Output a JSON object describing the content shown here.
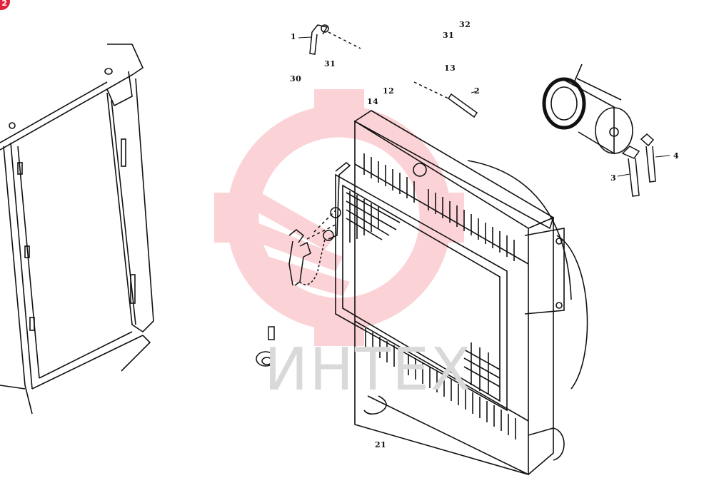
{
  "badge": {
    "label": "2",
    "color": "#e0233a"
  },
  "watermark": {
    "text": "ИНТЕХ",
    "color": "#ee2a3c"
  },
  "callouts": [
    {
      "id": "1",
      "label": "1"
    },
    {
      "id": "2",
      "label": "2"
    },
    {
      "id": "3",
      "label": "3"
    },
    {
      "id": "4",
      "label": "4"
    },
    {
      "id": "12",
      "label": "12"
    },
    {
      "id": "13",
      "label": "13"
    },
    {
      "id": "14",
      "label": "14"
    },
    {
      "id": "21",
      "label": "21"
    },
    {
      "id": "30",
      "label": "30"
    },
    {
      "id": "31a",
      "label": "31"
    },
    {
      "id": "31b",
      "label": "31"
    },
    {
      "id": "32",
      "label": "32"
    }
  ]
}
